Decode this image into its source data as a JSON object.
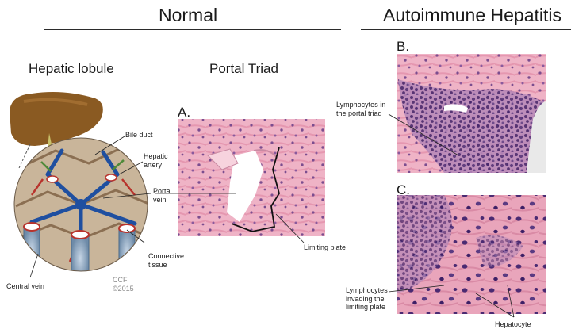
{
  "sections": {
    "normal": "Normal",
    "autoimmune": "Autoimmune Hepatitis"
  },
  "subtitles": {
    "hepatic_lobule": "Hepatic lobule",
    "portal_triad": "Portal Triad"
  },
  "panels": {
    "a": "A.",
    "b": "B.",
    "c": "C."
  },
  "labels": {
    "bile_duct": "Bile duct",
    "hepatic_artery": [
      "Hepatic",
      "artery"
    ],
    "portal_vein": [
      "Portal",
      "vein"
    ],
    "connective_tissue": [
      "Connective",
      "tissue"
    ],
    "central_vein": "Central vein",
    "limiting_plate": "Limiting plate",
    "lymphocytes_portal": [
      "Lymphocytes in",
      "the portal triad"
    ],
    "lymphocytes_invading": [
      "Lymphocytes",
      "invading the",
      "limiting plate"
    ],
    "hepatocyte": "Hepatocyte"
  },
  "credit": [
    "CCF",
    "©2015"
  ],
  "colors": {
    "liver_brown": "#8a5a22",
    "vessel_blue": "#1f4fa0",
    "artery_red": "#b8332c",
    "duct_green": "#4f8a3a",
    "he_pink": "#eba7bd",
    "lymphocyte_purple": "#4a2a72"
  }
}
